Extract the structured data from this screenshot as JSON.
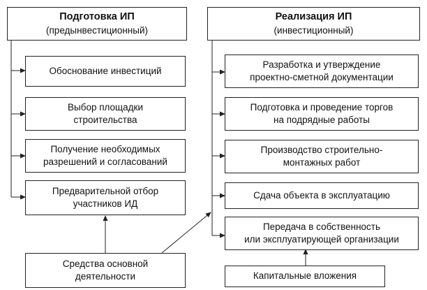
{
  "left_header": {
    "title": "Подготовка ИП",
    "subtitle": "(предынвестиционный)"
  },
  "right_header": {
    "title": "Реализация ИП",
    "subtitle": "(инвестиционный)"
  },
  "left_steps": [
    {
      "line1": "Обоснование инвестиций",
      "line2": ""
    },
    {
      "line1": "Выбор площадки",
      "line2": "строительства"
    },
    {
      "line1": "Получение необходимых",
      "line2": "разрешений и согласований"
    },
    {
      "line1": "Предварительной отбор",
      "line2": "участников ИД"
    }
  ],
  "right_steps": [
    {
      "line1": "Разработка и утверждение",
      "line2": "проектно-сметной документации"
    },
    {
      "line1": "Подготовка и проведение торгов",
      "line2": "на подрядные работы"
    },
    {
      "line1": "Производство строительно-",
      "line2": "монтажных работ"
    },
    {
      "line1": "Сдача объекта в эксплуатацию",
      "line2": ""
    },
    {
      "line1": "Передача в собственность",
      "line2": "или эксплуатирующей организации"
    }
  ],
  "bottom_left": {
    "line1": "Средства основной",
    "line2": "деятельности"
  },
  "bottom_right": {
    "line1": "Капитальные вложения"
  }
}
